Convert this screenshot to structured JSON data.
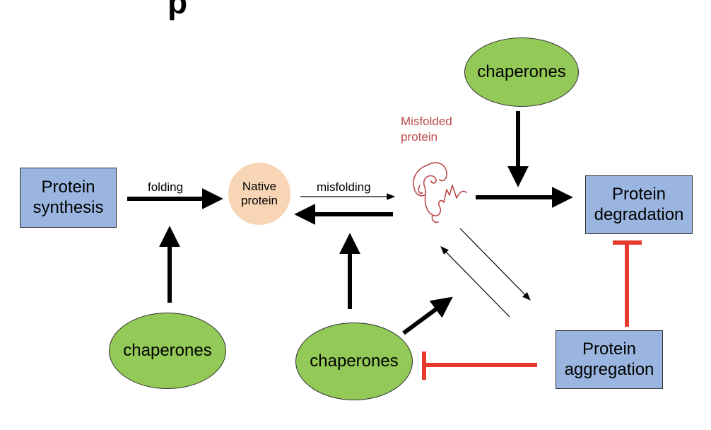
{
  "diagram": {
    "title_fragment": "p",
    "nodes": {
      "protein_synthesis": "Protein\nsynthesis",
      "native_protein": "Native\nprotein",
      "misfolded_protein": "Misfolded\nprotein",
      "protein_degradation": "Protein\ndegradation",
      "protein_aggregation": "Protein\naggregation",
      "chaperones_top": "chaperones",
      "chaperones_left": "chaperones",
      "chaperones_bottom": "chaperones"
    },
    "edges": {
      "folding": "folding",
      "misfolding": "misfolding"
    },
    "colors": {
      "box_fill": "#9ab6e0",
      "chaperone_fill": "#93c957",
      "native_fill": "#f8d5b5",
      "misfolded_color": "#b94a48",
      "inhibit_color": "#e8392c",
      "arrow_color": "#000000"
    }
  }
}
